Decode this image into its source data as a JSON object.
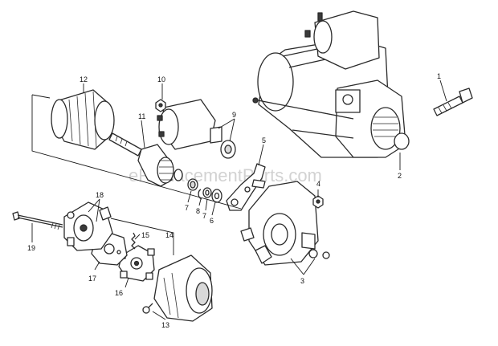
{
  "watermark": "eReplacementParts.com",
  "callouts": {
    "n1": "1",
    "n2": "2",
    "n3": "3",
    "n4": "4",
    "n5": "5",
    "n6": "6",
    "n7a": "7",
    "n7b": "7",
    "n8": "8",
    "n9": "9",
    "n10": "10",
    "n11": "11",
    "n12": "12",
    "n13": "13",
    "n14": "14",
    "n15": "15",
    "n16": "16",
    "n17": "17",
    "n18": "18",
    "n19": "19"
  }
}
